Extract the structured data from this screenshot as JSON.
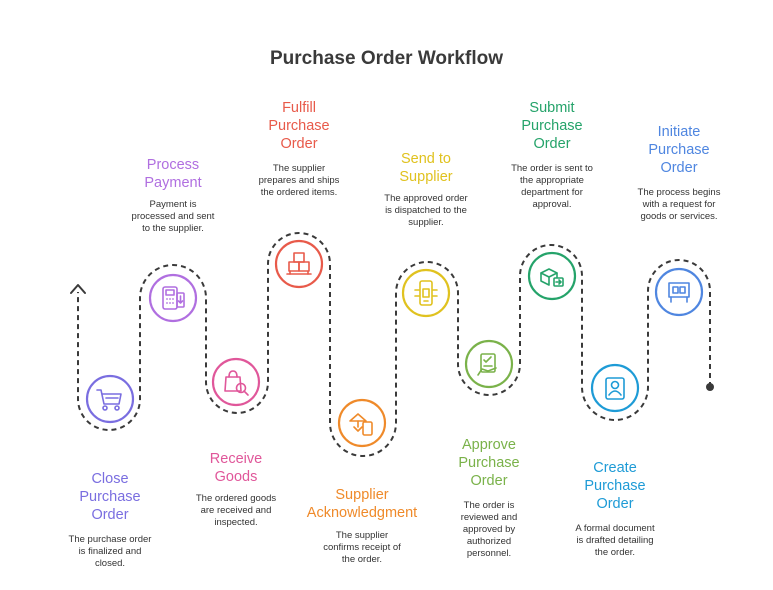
{
  "title": "Purchase Order Workflow",
  "steps": [
    {
      "id": "initiate",
      "title": [
        "Initiate",
        "Purchase",
        "Order"
      ],
      "desc": [
        "The process begins",
        "with a request for",
        "goods or services."
      ],
      "color": "#4f86e0",
      "icon": "billboard-icon"
    },
    {
      "id": "create",
      "title": [
        "Create",
        "Purchase",
        "Order"
      ],
      "desc": [
        "A formal document",
        "is drafted detailing",
        "the order."
      ],
      "color": "#1e9bd6",
      "icon": "document-person-icon"
    },
    {
      "id": "submit",
      "title": [
        "Submit",
        "Purchase",
        "Order"
      ],
      "desc": [
        "The order is sent to",
        "the appropriate",
        "department for",
        "approval."
      ],
      "color": "#25a36a",
      "icon": "package-send-icon"
    },
    {
      "id": "approve",
      "title": [
        "Approve",
        "Purchase",
        "Order"
      ],
      "desc": [
        "The order is",
        "reviewed and",
        "approved by",
        "authorized",
        "personnel."
      ],
      "color": "#7ab24a",
      "icon": "approval-hand-icon"
    },
    {
      "id": "send",
      "title": [
        "Send to",
        "Supplier"
      ],
      "desc": [
        "The approved order",
        "is dispatched to the",
        "supplier."
      ],
      "color": "#e0c21f",
      "icon": "mobile-dispatch-icon"
    },
    {
      "id": "acknowledge",
      "title": [
        "Supplier",
        "Acknowledgment"
      ],
      "desc": [
        "The supplier",
        "confirms receipt of",
        "the order."
      ],
      "color": "#ef8a2a",
      "icon": "receipt-confirm-icon"
    },
    {
      "id": "fulfill",
      "title": [
        "Fulfill",
        "Purchase",
        "Order"
      ],
      "desc": [
        "The supplier",
        "prepares and ships",
        "the ordered items."
      ],
      "color": "#e85a4a",
      "icon": "boxes-stack-icon"
    },
    {
      "id": "receive",
      "title": [
        "Receive",
        "Goods"
      ],
      "desc": [
        "The ordered goods",
        "are received and",
        "inspected."
      ],
      "color": "#e0579a",
      "icon": "bag-search-icon"
    },
    {
      "id": "payment",
      "title": [
        "Process",
        "Payment"
      ],
      "desc": [
        "Payment is",
        "processed and sent",
        "to the supplier."
      ],
      "color": "#b06fe0",
      "icon": "payment-terminal-icon"
    },
    {
      "id": "close",
      "title": [
        "Close",
        "Purchase",
        "Order"
      ],
      "desc": [
        "The purchase order",
        "is finalized and",
        "closed."
      ],
      "color": "#7a6ee0",
      "icon": "shopping-cart-icon"
    }
  ]
}
